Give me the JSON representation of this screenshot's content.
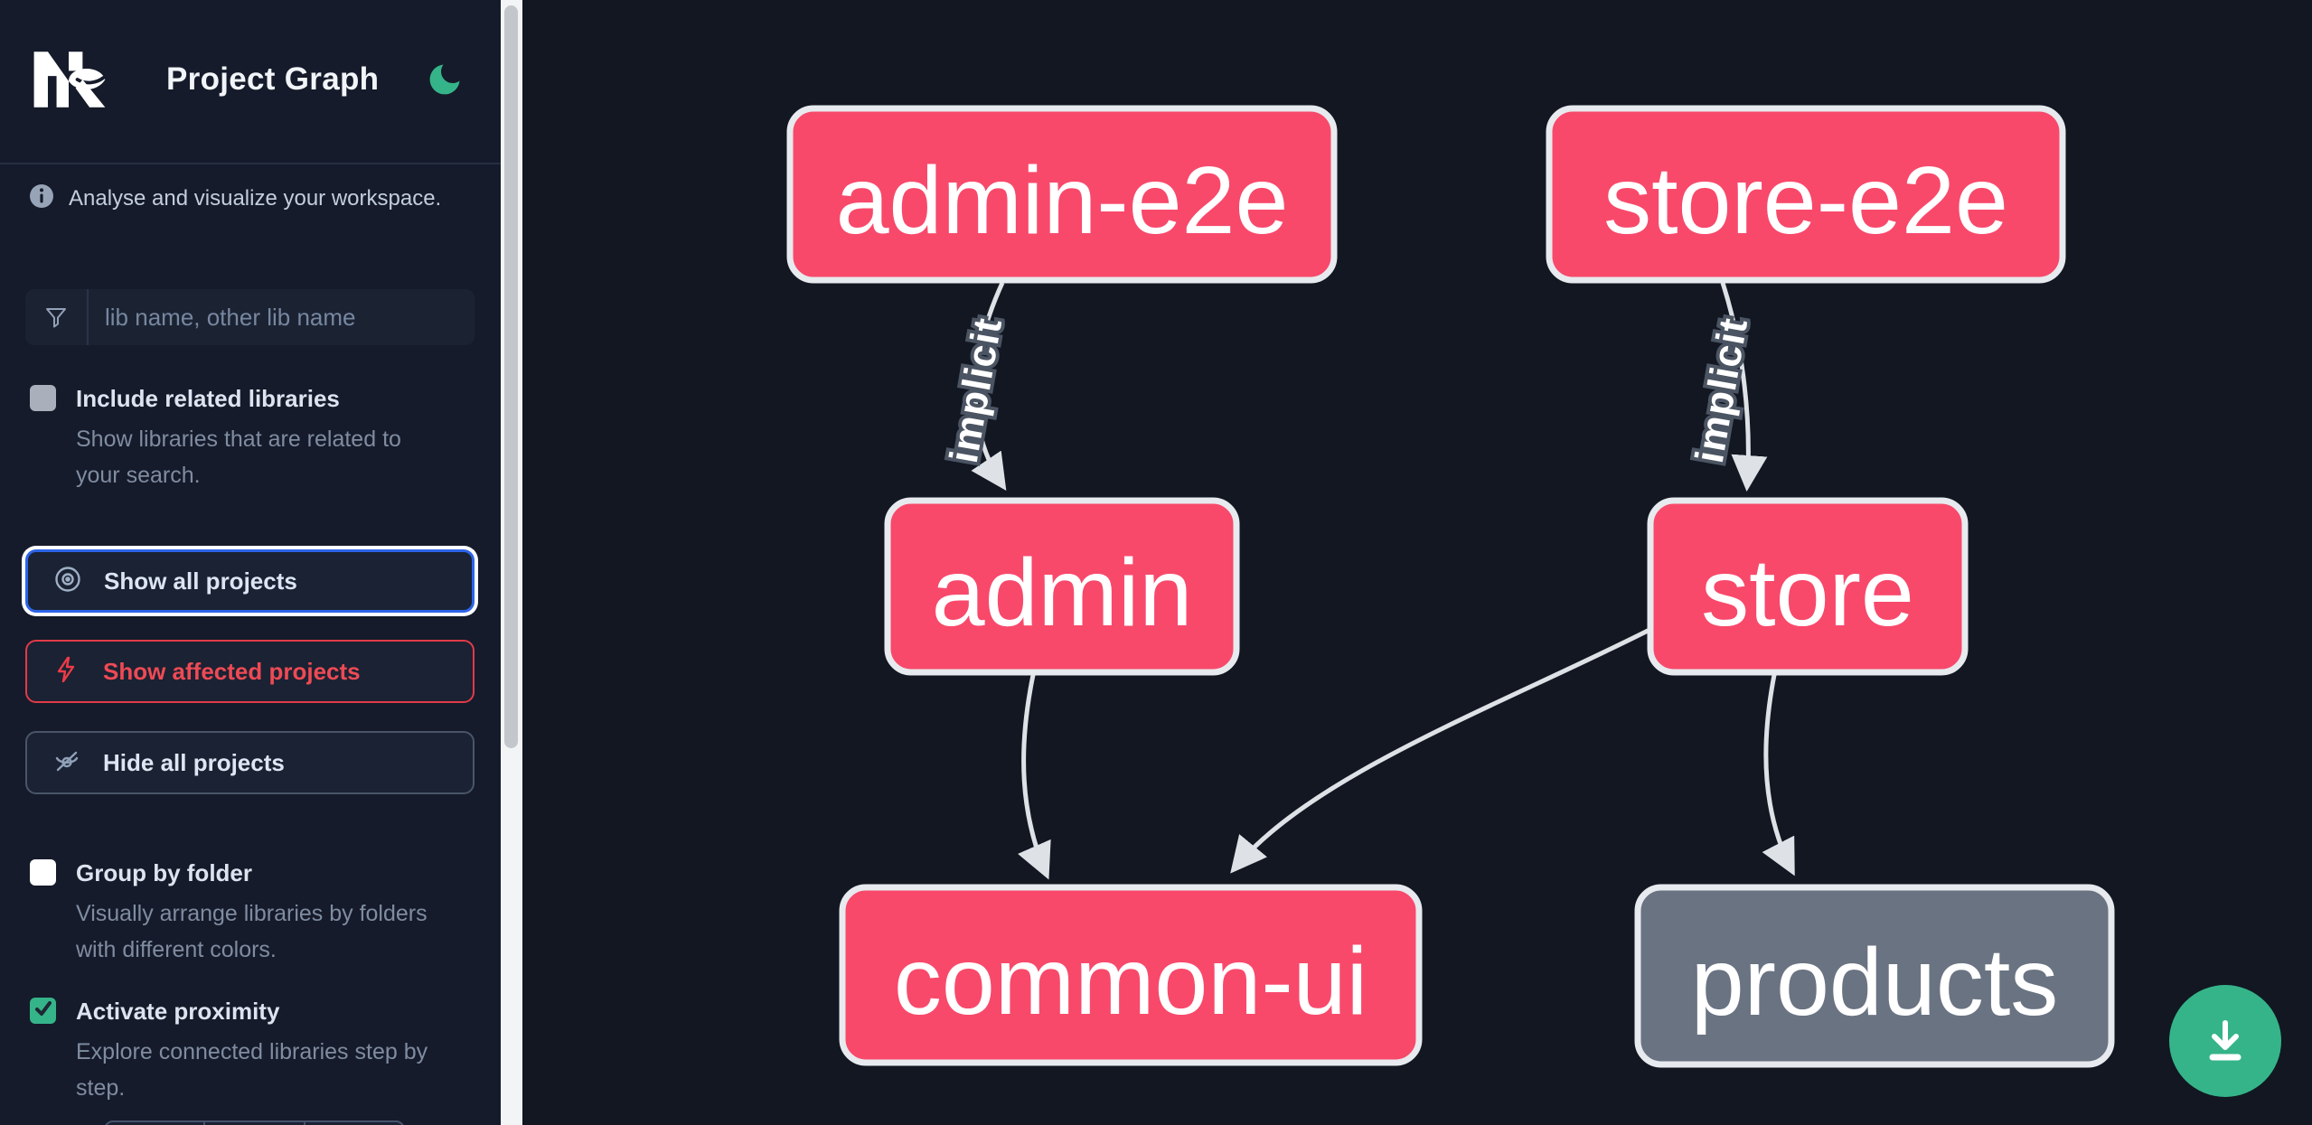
{
  "header": {
    "app_name": "Nx",
    "title": "Project Graph"
  },
  "sidebar": {
    "tagline": "Analyse and visualize your workspace.",
    "search": {
      "placeholder": "lib name, other lib name",
      "value": ""
    },
    "include_related": {
      "label": "Include related libraries",
      "description": "Show libraries that are related to your search.",
      "checked": false
    },
    "actions": [
      {
        "label": "Show all projects",
        "state": "focused"
      },
      {
        "label": "Show affected projects",
        "state": "affected"
      },
      {
        "label": "Hide all projects",
        "state": "default"
      }
    ],
    "group_by_folder": {
      "label": "Group by folder",
      "description": "Visually arrange libraries by folders with different colors.",
      "checked": false
    },
    "activate_proximity": {
      "label": "Activate proximity",
      "description": "Explore connected libraries step by step.",
      "checked": true
    }
  },
  "graph": {
    "nodes": [
      {
        "id": "admin-e2e",
        "label": "admin-e2e",
        "color": "#f8496b"
      },
      {
        "id": "store-e2e",
        "label": "store-e2e",
        "color": "#f8496b"
      },
      {
        "id": "admin",
        "label": "admin",
        "color": "#f8496b"
      },
      {
        "id": "store",
        "label": "store",
        "color": "#f8496b"
      },
      {
        "id": "common-ui",
        "label": "common-ui",
        "color": "#f8496b"
      },
      {
        "id": "products",
        "label": "products",
        "color": "#6a7382"
      }
    ],
    "edges": [
      {
        "source": "admin-e2e",
        "target": "admin",
        "label": "implicit"
      },
      {
        "source": "store-e2e",
        "target": "store",
        "label": "implicit"
      },
      {
        "source": "admin",
        "target": "common-ui",
        "label": ""
      },
      {
        "source": "store",
        "target": "common-ui",
        "label": ""
      },
      {
        "source": "store",
        "target": "products",
        "label": ""
      }
    ]
  },
  "fab": {
    "icon": "download"
  },
  "colors": {
    "highlight_pink": "#f8496b",
    "neutral_gray": "#6a7382",
    "accent_green": "#35b489",
    "focus_blue": "#2d64e8",
    "alert_red": "#e23a48",
    "edge_gray": "#dee2e7"
  }
}
